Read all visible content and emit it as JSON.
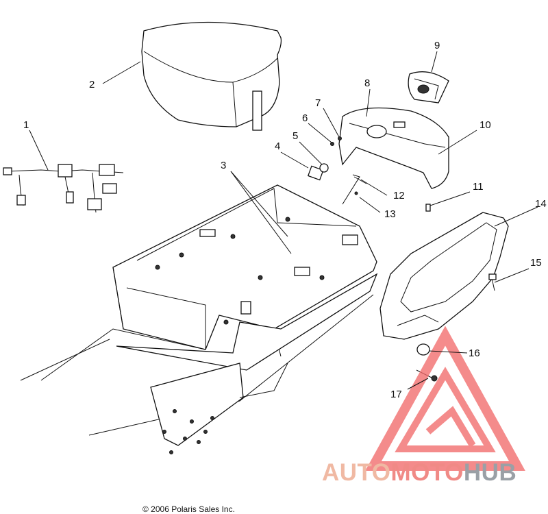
{
  "callouts": [
    {
      "id": "1",
      "label": "1"
    },
    {
      "id": "2",
      "label": "2"
    },
    {
      "id": "3",
      "label": "3"
    },
    {
      "id": "4",
      "label": "4"
    },
    {
      "id": "5",
      "label": "5"
    },
    {
      "id": "6",
      "label": "6"
    },
    {
      "id": "7",
      "label": "7"
    },
    {
      "id": "8",
      "label": "8"
    },
    {
      "id": "9",
      "label": "9"
    },
    {
      "id": "10",
      "label": "10"
    },
    {
      "id": "11",
      "label": "11"
    },
    {
      "id": "12",
      "label": "12"
    },
    {
      "id": "13",
      "label": "13"
    },
    {
      "id": "14",
      "label": "14"
    },
    {
      "id": "15",
      "label": "15"
    },
    {
      "id": "16",
      "label": "16"
    },
    {
      "id": "17",
      "label": "17"
    }
  ],
  "copyright": "© 2006 Polaris Sales Inc.",
  "watermark": {
    "part1": "AUTO",
    "part2": "MOTO",
    "part3": "HUB",
    "colors": {
      "auto": "#f0b9a3",
      "moto": "#f08a86",
      "hub": "#9aa0a6",
      "triangle": "#f26b6b"
    }
  }
}
